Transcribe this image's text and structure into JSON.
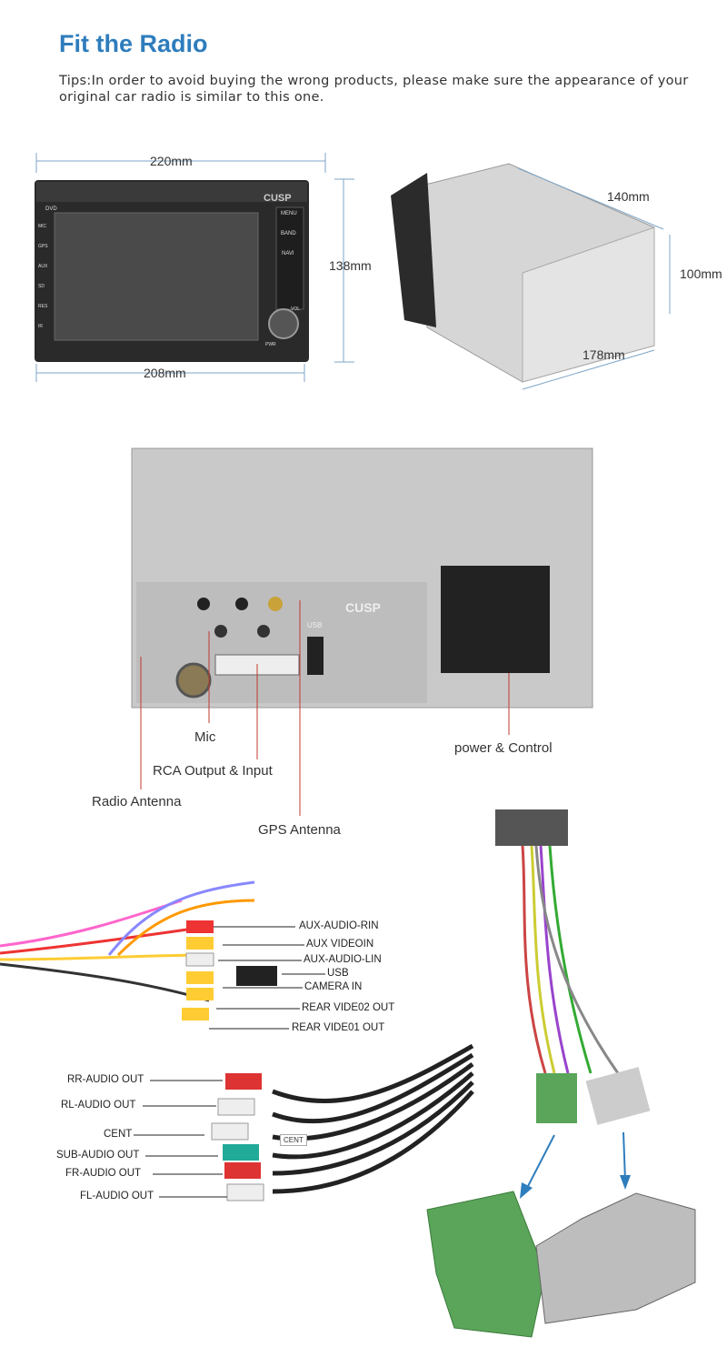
{
  "header": {
    "title": "Fit the Radio",
    "tips": "Tips:In order to avoid buying the wrong products, please make sure the appearance of your original car radio is similar to this one."
  },
  "front_view": {
    "width_top": "220mm",
    "width_bottom": "208mm",
    "height": "138mm",
    "buttons": [
      "MENU",
      "BAND",
      "NAVI"
    ],
    "side_labels": [
      "MIC",
      "GPS",
      "AUX",
      "SD",
      "RES",
      "IR"
    ],
    "knob_labels": [
      "VOL",
      "PWR"
    ],
    "slot_label": "DVD",
    "brand": "CUSP"
  },
  "side_view": {
    "depth": "140mm",
    "height": "100mm",
    "width": "178mm"
  },
  "back_panel": {
    "brand": "CUSP",
    "usb_label": "USB",
    "labels": {
      "mic": "Mic",
      "rca": "RCA Output & Input",
      "radio_antenna": "Radio Antenna",
      "gps_antenna": "GPS Antenna",
      "power": "power & Control"
    }
  },
  "rca_cable": {
    "labels": [
      "AUX-AUDIO-RIN",
      "AUX VIDEOIN",
      "AUX-AUDIO-LIN",
      "USB",
      "CAMERA IN",
      "REAR VIDE02 OUT",
      "REAR VIDE01 OUT"
    ]
  },
  "audio_cable": {
    "labels": [
      "RR-AUDIO OUT",
      "RL-AUDIO OUT",
      "CENT",
      "SUB-AUDIO OUT",
      "FR-AUDIO OUT",
      "FL-AUDIO OUT"
    ],
    "tag": "CENT"
  },
  "colors": {
    "title": "#2e7dbd",
    "leader": "#c0392b",
    "arrow": "#2e7dbd"
  }
}
